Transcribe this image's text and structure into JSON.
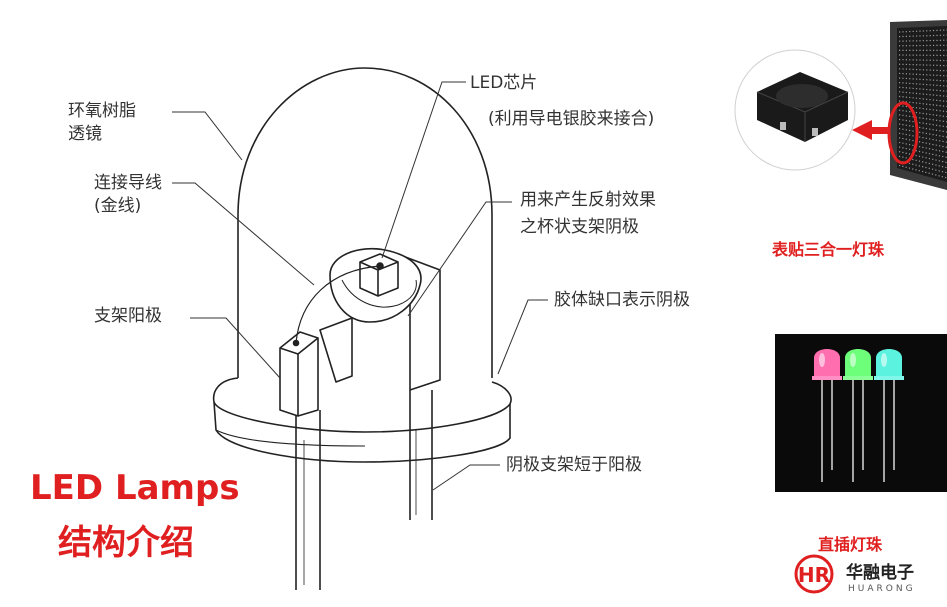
{
  "labels": {
    "epoxy_lens_line1": "环氧树脂",
    "epoxy_lens_line2": "透镜",
    "bond_wire_line1": "连接导线",
    "bond_wire_line2": "(金线)",
    "anode_post": "支架阳极",
    "led_chip_line1": "LED芯片",
    "led_chip_line2": "(利用导电银胶来接合)",
    "reflector_cup_line1": "用来产生反射效果",
    "reflector_cup_line2": "之杯状支架阴极",
    "flat_notch_cathode": "胶体缺口表示阴极",
    "cathode_shorter": "阴极支架短于阳极"
  },
  "title": {
    "line1": "LED Lamps",
    "line2": "结构介绍"
  },
  "captions": {
    "smd_bead": "表贴三合一灯珠",
    "through_hole_bead": "直插灯珠"
  },
  "logo": {
    "mark": "HR",
    "name_cn": "华融电子",
    "name_en": "HUARONG"
  },
  "colors": {
    "accent_red": "#e02020",
    "line_dark": "#222222",
    "photo_dark_bg": "#0a0a0a",
    "led_pink": "#ff6fb0",
    "led_green": "#6dff7a",
    "led_cyan": "#5cf2e0"
  }
}
